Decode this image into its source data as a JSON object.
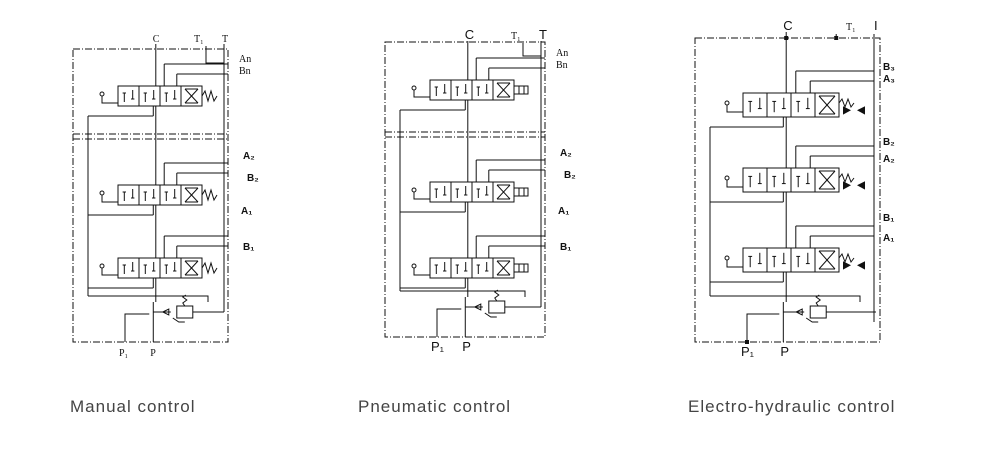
{
  "panels": [
    {
      "caption": "Manual control",
      "control": "manual",
      "labels": {
        "C": "C",
        "T1": "T₁",
        "T": "T",
        "An": "An",
        "Bn": "Bn",
        "A2": "A₂",
        "B2": "B₂",
        "A1": "A₁",
        "B1": "B₁",
        "P1": "P₁",
        "P": "P"
      }
    },
    {
      "caption": "Pneumatic control",
      "control": "pneumatic",
      "labels": {
        "C": "C",
        "T1": "T₁",
        "T": "T",
        "An": "An",
        "Bn": "Bn",
        "A2": "A₂",
        "B2": "B₂",
        "A1": "A₁",
        "B1": "B₁",
        "P1": "P₁",
        "P": "P"
      }
    },
    {
      "caption": "Electro-hydraulic control",
      "control": "electro-hydraulic",
      "labels": {
        "C": "C",
        "T1": "T₁",
        "T": "I",
        "B3": "B₃",
        "A3": "A₃",
        "B2": "B₂",
        "A2": "A₂",
        "B1": "B₁",
        "A1": "A₁",
        "P1": "P₁",
        "P": "P"
      }
    }
  ]
}
